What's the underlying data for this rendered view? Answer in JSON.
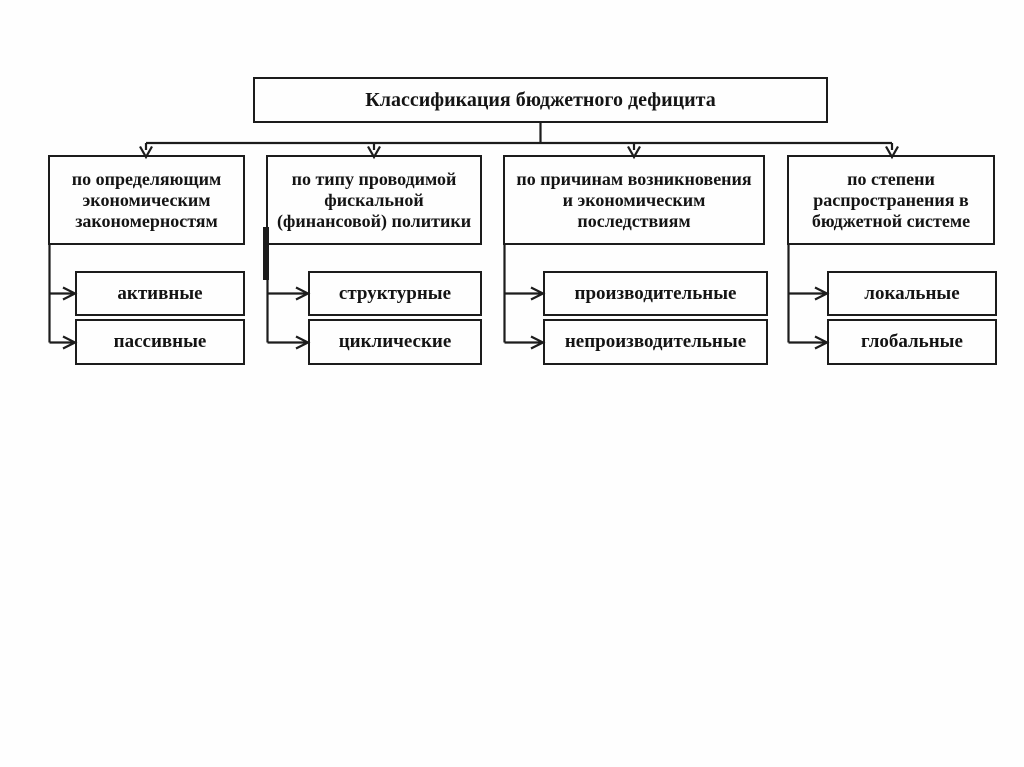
{
  "diagram": {
    "title": "Классификация бюджетного дефицита",
    "branches": [
      {
        "label": "по определяющим экономическим закономерностям",
        "children": [
          "активные",
          "пассивные"
        ]
      },
      {
        "label": "по типу проводимой фискальной (финансовой) политики",
        "children": [
          "структурные",
          "циклические"
        ]
      },
      {
        "label": "по причинам возникновения и экономическим последствиям",
        "children": [
          "производительные",
          "непроизводительные"
        ]
      },
      {
        "label": "по степени распространения в бюджетной системе",
        "children": [
          "локальные",
          "глобальные"
        ]
      }
    ],
    "colors": {
      "line": "#1c1c1c",
      "text": "#141414",
      "background": "#fefefe"
    }
  }
}
